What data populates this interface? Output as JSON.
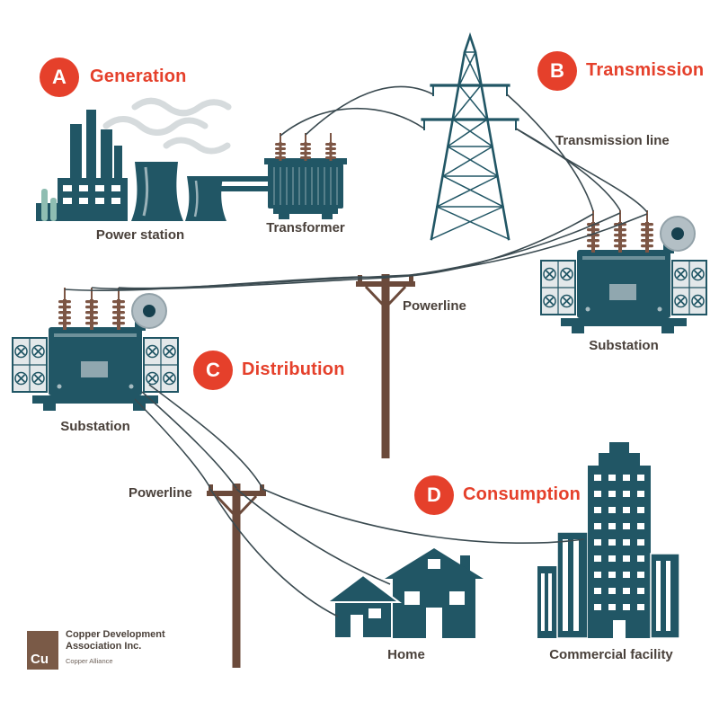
{
  "colors": {
    "accent_red": "#e5402b",
    "teal": "#215665",
    "brown_pole": "#6b4a3b",
    "brown_bushing": "#7d5645",
    "copper_logo": "#7a5a47",
    "smoke_gray": "#d6dbdd",
    "wire": "#3a4a50",
    "label_text": "#49403a"
  },
  "stages": [
    {
      "letter": "A",
      "label": "Generation"
    },
    {
      "letter": "B",
      "label": "Transmission"
    },
    {
      "letter": "C",
      "label": "Distribution"
    },
    {
      "letter": "D",
      "label": "Consumption"
    }
  ],
  "labels": {
    "power_station": "Power station",
    "transformer": "Transformer",
    "transmission_line": "Transmission line",
    "substation_transmission": "Substation",
    "substation_distribution": "Substation",
    "powerline_distribution": "Powerline",
    "powerline_consumption": "Powerline",
    "home": "Home",
    "commercial_facility": "Commercial facility"
  },
  "logo": {
    "symbol": "Cu",
    "org_line1": "Copper Development",
    "org_line2": "Association Inc.",
    "tagline": "Copper Alliance"
  }
}
